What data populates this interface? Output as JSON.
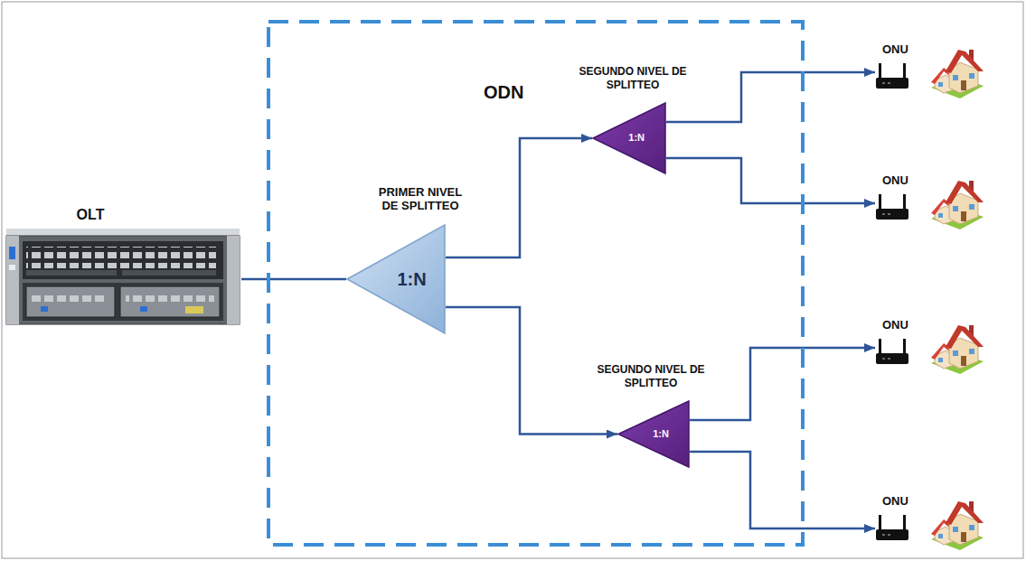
{
  "diagram": {
    "nodes": [
      {
        "text": [
          "OLT"
        ]
      },
      {
        "text": [
          "ODN"
        ]
      },
      {
        "text": [
          "PRIMER NIVEL DE SPLITTEO",
          "1:N"
        ],
        "in": 1
      },
      {
        "text": [
          "SEGUNDO NIVEL DE SPLITTEO",
          "1:N"
        ],
        "in": 1
      },
      {
        "text": [
          "SEGUNDO NIVEL DE SPLITTEO",
          "1:N"
        ],
        "in": 1
      },
      {
        "text": [
          "ONU"
        ]
      },
      {
        "text": [
          "ONU"
        ]
      },
      {
        "text": [
          "ONU"
        ]
      },
      {
        "text": [
          "ONU"
        ]
      }
    ],
    "edges": [
      {
        "from": 0,
        "to": 2,
        "arrow": "none"
      },
      {
        "from": 2,
        "to": 3,
        "arrow": "to"
      },
      {
        "from": 2,
        "to": 4,
        "arrow": "to"
      },
      {
        "from": 3,
        "to": 5,
        "arrow": "to"
      },
      {
        "from": 3,
        "to": 6,
        "arrow": "to"
      },
      {
        "from": 4,
        "to": 7,
        "arrow": "to"
      },
      {
        "from": 4,
        "to": 8,
        "arrow": "to"
      }
    ]
  }
}
